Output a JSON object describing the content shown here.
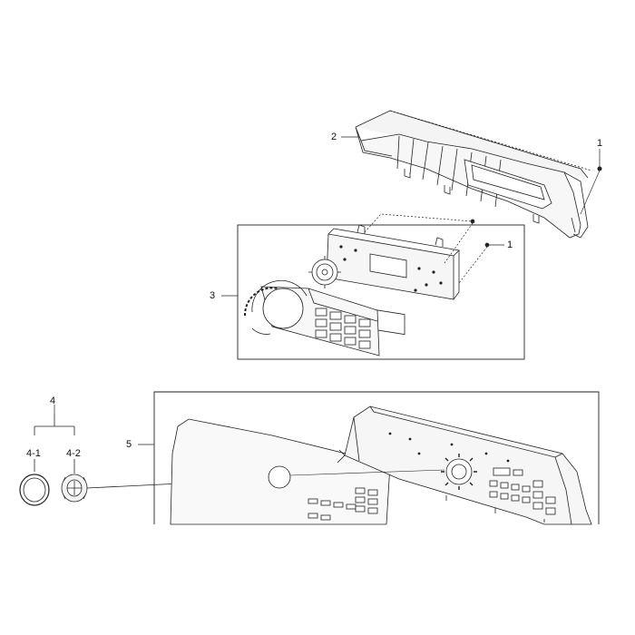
{
  "labels": {
    "part_1_top": "1",
    "part_2": "2",
    "part_1_mid": "1",
    "part_3": "3",
    "part_4": "4",
    "part_4_1": "4-1",
    "part_4_2": "4-2",
    "part_5": "5"
  },
  "colors": {
    "line": "#222222",
    "part_fill": "#f4f4f4",
    "background": "#ffffff"
  }
}
